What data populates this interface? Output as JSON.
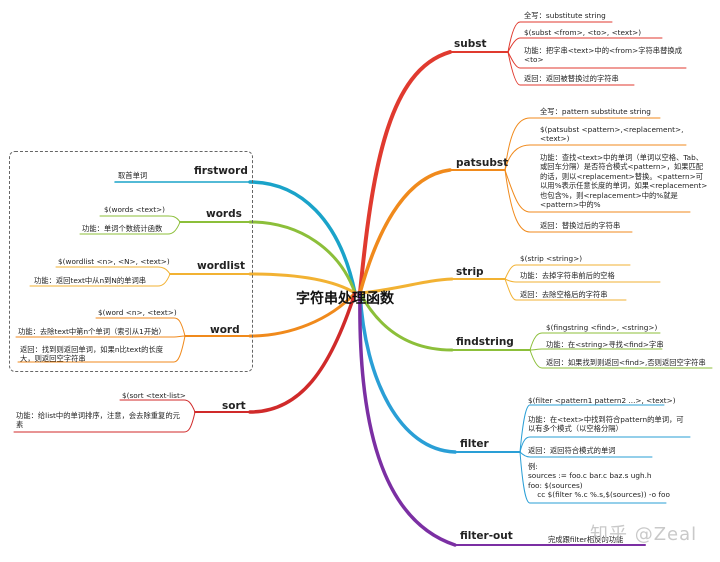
{
  "center": "字符串处理函数",
  "branches": {
    "subst": {
      "title": "subst",
      "full": "全写：substitute string",
      "syntax": "$(subst <from>, <to>, <text>)",
      "func": "功能：把字串<text>中的<from>字符串替换成<to>",
      "ret": "返回：返回被替换过的字符串"
    },
    "patsubst": {
      "title": "patsubst",
      "full": "全写：pattern substitute string",
      "syntax": "$(patsubst <pattern>,<replacement>,<text>)",
      "func": "功能：查找<text>中的单词（单词以空格、Tab、或回车分隔）是否符合模式<pattern>，如果匹配的话，则以<replacement>替换。<pattern>可以用%表示任意长度的单词，如果<replacement>也包含%，则<replacement>中的%就是<pattern>中的%",
      "ret": "返回：替换过后的字符串"
    },
    "strip": {
      "title": "strip",
      "syntax": "$(strip <string>)",
      "func": "功能：去掉字符串前后的空格",
      "ret": "返回：去除空格后的字符串"
    },
    "findstring": {
      "title": "findstring",
      "syntax": "$(fingstring <find>, <string>)",
      "func": "功能：在<string>寻找<find>字串",
      "ret": "返回：如果找到则返回<find>,否则返回空字符串"
    },
    "filter": {
      "title": "filter",
      "syntax": "$(filter <pattern1 pattern2 ...>, <text>)",
      "func": "功能：在<text>中找到符合pattern的单词，可以有多个模式（以空格分隔）",
      "ret": "返回：返回符合模式的单词",
      "example": "例:\nsources := foo.c bar.c baz.s ugh.h\nfoo: $(sources)\n    cc $(filter %.c %.s,$(sources)) -o foo"
    },
    "filterout": {
      "title": "filter-out",
      "func": "完成跟filter相反的功能"
    },
    "firstword": {
      "title": "firstword",
      "func": "取首单词"
    },
    "words": {
      "title": "words",
      "syntax": "$(words <text>)",
      "func": "功能：单词个数统计函数"
    },
    "wordlist": {
      "title": "wordlist",
      "syntax": "$(wordlist <n>, <N>, <text>)",
      "func": "功能：返回text中从n到N的单词串"
    },
    "word": {
      "title": "word",
      "syntax": "$(word <n>, <text>)",
      "func": "功能：去除text中第n个单词（索引从1开始）",
      "ret": "返回：找到则返回单词，如果n比text的长度大，则返回空字符串"
    },
    "sort": {
      "title": "sort",
      "syntax": "$(sort <text-list>",
      "func": "功能：给list中的单词排序，注意，会去除重复的元素"
    }
  },
  "watermark": "知乎 @Zeal",
  "colors": {
    "subst": "#e03a2f",
    "patsubst": "#f08a1c",
    "strip": "#f2b233",
    "findstring": "#8cbf3a",
    "filter": "#2a9fd6",
    "filterout": "#7b2fa3",
    "firstword": "#1aa3c9",
    "words": "#8cbf3a",
    "wordlist": "#f2b233",
    "word": "#f08a1c",
    "sort": "#d02a2a"
  }
}
